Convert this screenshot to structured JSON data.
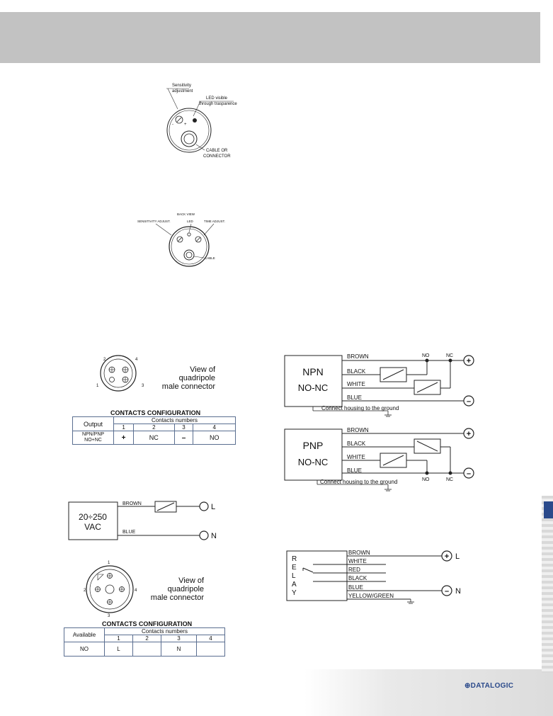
{
  "fig1": {
    "sensitivity_line1": "Sensitivity",
    "sensitivity_line2": "adjustment",
    "led_line1": "LED visible",
    "led_line2": "through trasparence",
    "cable_line1": "CABLE OR",
    "cable_line2": "CONNECTOR"
  },
  "fig2": {
    "back_view": "BACK VIEW",
    "led": "LED",
    "sensitivity": "SENSITIVITY ADJUST.",
    "time": "TIME ADJUST.",
    "cable": "CABLE"
  },
  "connector1": {
    "view_line1": "View of",
    "view_line2": "quadripole",
    "view_line3": "male connector",
    "pins": [
      "1",
      "2",
      "3",
      "4"
    ]
  },
  "table1": {
    "title": "CONTACTS CONFIGURATION",
    "output_header": "Output",
    "contacts_header": "Contacts numbers",
    "cols": [
      "1",
      "2",
      "3",
      "4"
    ],
    "row_label_line1": "NPN/PNP",
    "row_label_line2": "NO+NC",
    "cells": [
      "+",
      "NC",
      "–",
      "NO"
    ]
  },
  "npn": {
    "box_line1": "NPN",
    "box_line2": "NO-NC",
    "wires": [
      "BROWN",
      "BLACK",
      "WHITE",
      "BLUE"
    ],
    "no": "NO",
    "nc": "NC",
    "plus": "+",
    "minus": "–",
    "ground_note": "Connect housing to the ground"
  },
  "pnp": {
    "box_line1": "PNP",
    "box_line2": "NO-NC",
    "wires": [
      "BROWN",
      "BLACK",
      "WHITE",
      "BLUE"
    ],
    "no": "NO",
    "nc": "NC",
    "plus": "+",
    "minus": "–",
    "ground_note": "Connect housing to the ground"
  },
  "vac": {
    "box_line1": "20÷250",
    "box_line2": "VAC",
    "brown": "BROWN",
    "blue": "BLUE",
    "l": "L",
    "n": "N"
  },
  "relay": {
    "letters": [
      "R",
      "E",
      "L",
      "A",
      "Y"
    ],
    "wires": [
      "BROWN",
      "WHITE",
      "RED",
      "BLACK",
      "BLUE",
      "YELLOW/GREEN"
    ],
    "l": "L",
    "n": "N",
    "plus": "+",
    "minus": "–"
  },
  "connector2": {
    "view_line1": "View of",
    "view_line2": "quadripole",
    "view_line3": "male connector",
    "pins": [
      "1",
      "2",
      "3",
      "4"
    ]
  },
  "table2": {
    "title": "CONTACTS CONFIGURATION",
    "available_header": "Available",
    "contacts_header": "Contacts numbers",
    "cols": [
      "1",
      "2",
      "3",
      "4"
    ],
    "row_label": "NO",
    "cells": [
      "L",
      "",
      "N",
      ""
    ]
  },
  "footer": {
    "logo": "⊕DATALOGIC"
  },
  "colors": {
    "header_band": "#c2c2c2",
    "table_border": "#5a6e90",
    "brand": "#2b4a8b"
  }
}
